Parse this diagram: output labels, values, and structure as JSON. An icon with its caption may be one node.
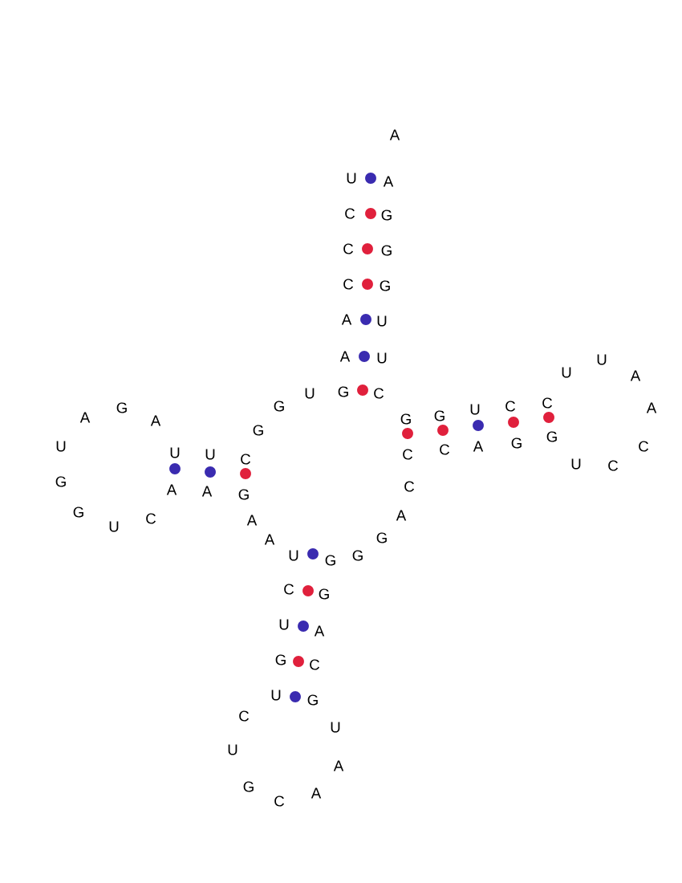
{
  "diagram": {
    "labels": [
      "A",
      "U",
      "A",
      "C",
      "G",
      "C",
      "G",
      "C",
      "G",
      "A",
      "U",
      "A",
      "U",
      "U",
      "G",
      "C",
      "U",
      "U",
      "A",
      "A",
      "G",
      "A",
      "G",
      "G",
      "G",
      "U",
      "C",
      "C",
      "A",
      "G",
      "U",
      "U",
      "U",
      "C",
      "C",
      "C",
      "A",
      "G",
      "G",
      "C",
      "G",
      "A",
      "A",
      "G",
      "U",
      "C",
      "C",
      "G",
      "U",
      "C",
      "A",
      "A",
      "A",
      "U",
      "G",
      "G",
      "G",
      "C",
      "G",
      "U",
      "A",
      "G",
      "C",
      "U",
      "G",
      "C",
      "U",
      "U",
      "A",
      "G",
      "A",
      "C"
    ]
  }
}
